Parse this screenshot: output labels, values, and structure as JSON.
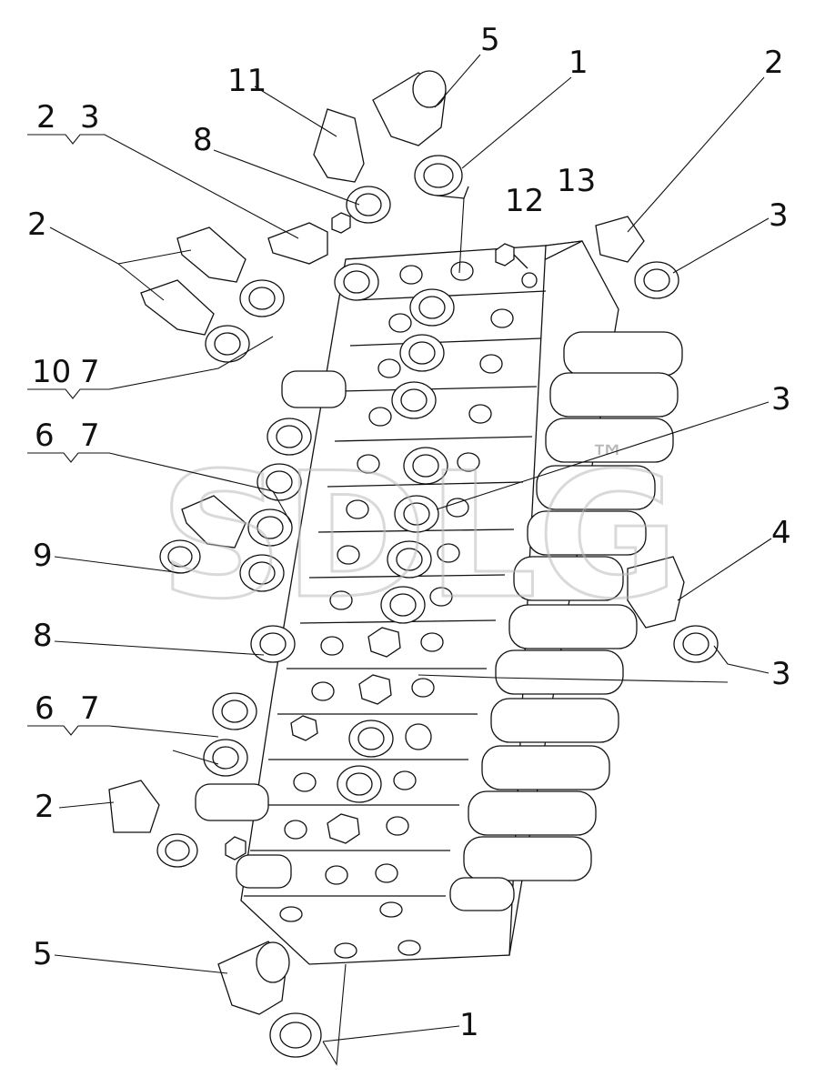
{
  "labels": {
    "l1_top": "1",
    "l1_bottom": "1",
    "l2_right": "2",
    "l2_left_upper": "2",
    "l2_left_lower": "2",
    "l3_right_top": "3",
    "l3_right_mid": "3",
    "l3_right_low": "3",
    "l4": "4",
    "l5_top": "5",
    "l5_bottom": "5",
    "l6_upper": "6",
    "l6_lower": "6",
    "l7_upper": "7",
    "l7_mid": "7",
    "l7_lower": "7",
    "l8_upper": "8",
    "l8_lower": "8",
    "l9": "9",
    "l10": "10",
    "l11": "11",
    "l12": "12",
    "l13": "13",
    "g2_3_a": "2",
    "g2_3_b": "3"
  },
  "watermark": {
    "text": "SDLG",
    "trademark": "™"
  }
}
